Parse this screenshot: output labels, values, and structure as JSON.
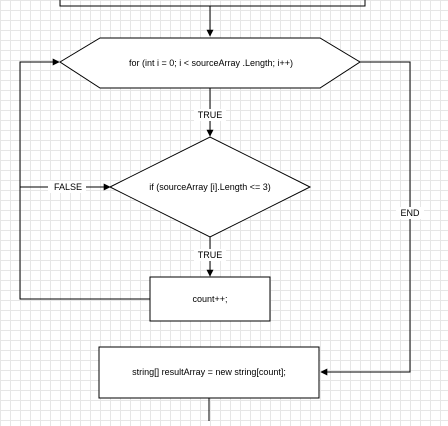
{
  "diagram": {
    "loop_condition": "for (int i = 0; i < sourceArray .Length; i++)",
    "if_condition": "if (sourceArray [i].Length <= 3)",
    "increment": "count++;",
    "result_array": "string[] resultArray = new string[count];",
    "edge_labels": {
      "loop_true": "TRUE",
      "if_true": "TRUE",
      "if_false": "FALSE",
      "loop_end": "END"
    }
  }
}
